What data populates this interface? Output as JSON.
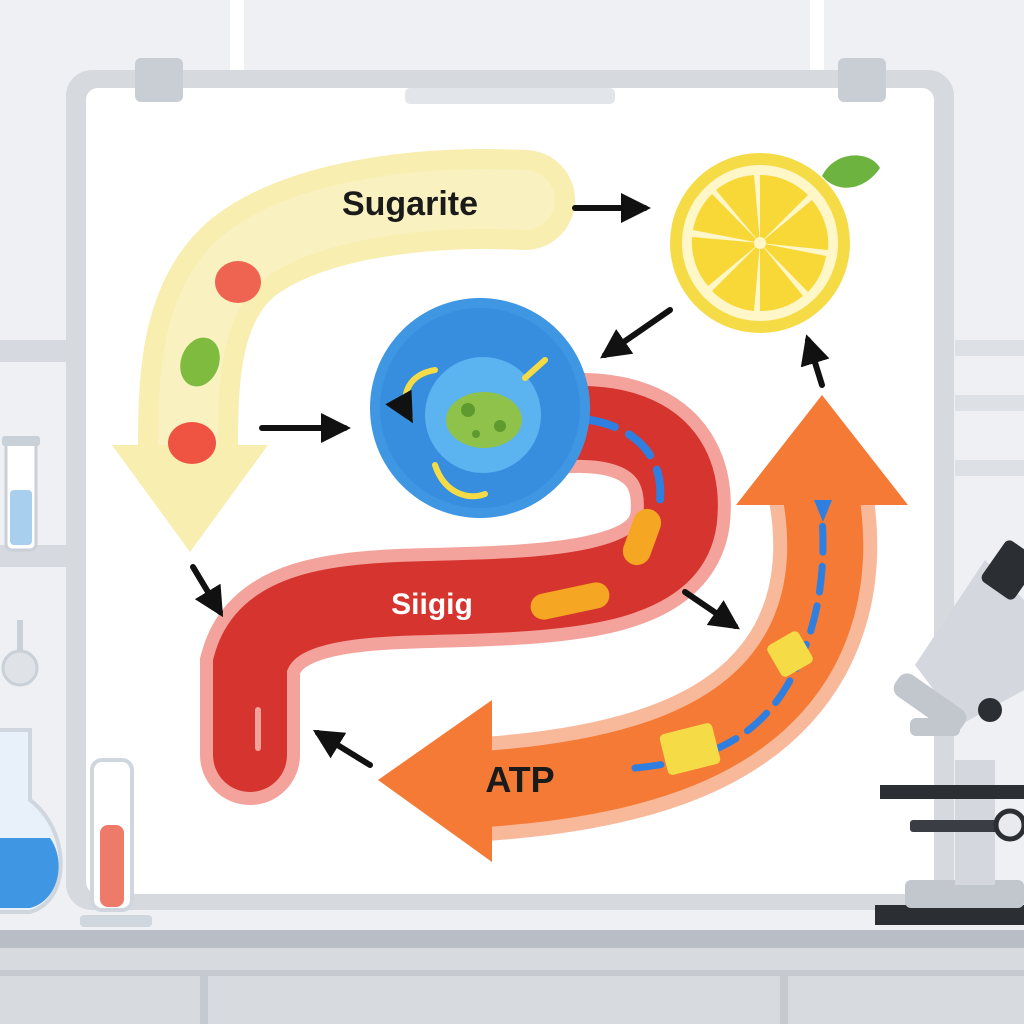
{
  "labels": {
    "sugar": "Sugarite",
    "signal": "Siigig",
    "atp": "ATP"
  },
  "colors": {
    "wall": "#eef0f3",
    "board_frame": "#d6d9de",
    "board_surface": "#ffffff",
    "sugar_band": "#f7eeb0",
    "signal_band": "#d6342f",
    "signal_halo": "#f4a39c",
    "atp_band": "#f47a35",
    "atp_halo": "#f8b89a",
    "cell_outer": "#3f97e3",
    "cell_inner": "#5bb3f0",
    "lemon": "#f5dc46",
    "arrow": "#111111"
  },
  "icons": {
    "lemon": "lemon-slice-icon",
    "cell": "cell-nucleus-icon",
    "microscope": "microscope-icon",
    "flask": "flask-icon",
    "test_tube": "test-tube-icon"
  }
}
